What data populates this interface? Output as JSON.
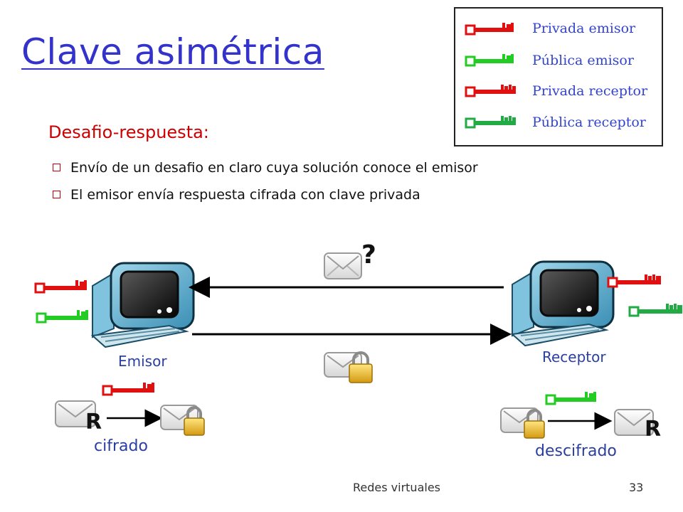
{
  "title": "Clave asimétrica",
  "subtitle": "Desafio-respuesta:",
  "bullets": [
    "Envío de un desafio en claro cuya solución conoce el emisor",
    "El emisor envía respuesta cifrada con clave privada"
  ],
  "legend": {
    "items": [
      {
        "label": "Privada emisor",
        "color": "#e01010"
      },
      {
        "label": "Pública emisor",
        "color": "#22cc22"
      },
      {
        "label": "Privada receptor",
        "color": "#e01010"
      },
      {
        "label": "Pública receptor",
        "color": "#22aa44"
      }
    ]
  },
  "nodes": {
    "sender": "Emisor",
    "receiver": "Receptor"
  },
  "challenge_symbol": "?",
  "steps": {
    "encrypt": "cifrado",
    "decrypt": "descifrado",
    "response_letter": "R"
  },
  "footer": {
    "course": "Redes virtuales",
    "page": "33"
  },
  "colors": {
    "title": "#3333cc",
    "subtitle": "#cc0000",
    "private_key": "#e01010",
    "public_key": "#22cc22"
  }
}
